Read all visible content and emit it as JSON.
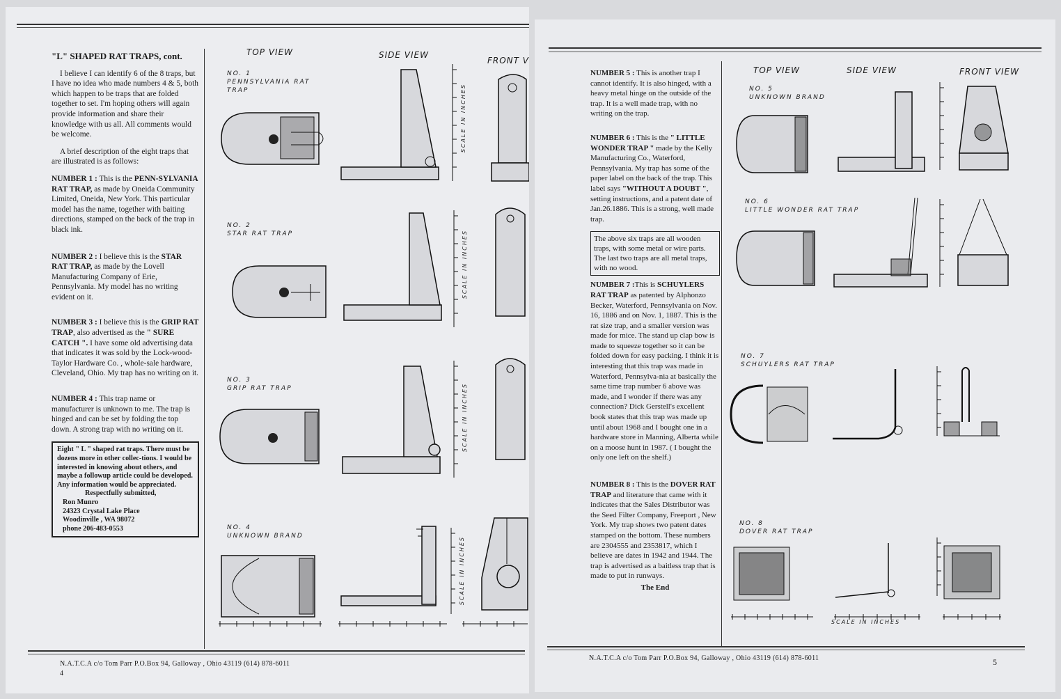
{
  "left_page": {
    "heading": "\"L\" SHAPED RAT TRAPS, cont.",
    "intro": "I believe I can identify 6 of the 8 traps, but I have no idea who made numbers 4 & 5, both which happen to be traps that are folded together to set. I'm hoping others will again provide information and share their knowledge with us all. All comments would be welcome.",
    "brief": "A brief description of the eight traps that are illustrated is as follows:",
    "n1_lead": "NUMBER 1 :",
    "n1_a": " This is the ",
    "n1_name": "PENN-SYLVANIA RAT TRAP,",
    "n1_b": " as made by Oneida Community Limited, Oneida, New York. This particular model has the name, together with baiting directions, stamped on the back of the trap in black ink.",
    "n2_lead": "NUMBER 2 :",
    "n2_a": " I believe this is the ",
    "n2_name": "STAR RAT TRAP,",
    "n2_b": " as made by the Lovell Manufacturing Company of Erie, Pennsylvania. My model has no writing evident on it.",
    "n3_lead": "NUMBER 3 :",
    "n3_a": " I believe this is the ",
    "n3_name": "GRIP RAT TRAP",
    "n3_b": ", also advertised as the ",
    "n3_name2": "\" SURE CATCH \".",
    "n3_c": " I have some old advertising data that indicates it was sold by the Lock-wood-Taylor Hardware Co. , whole-sale hardware, Cleveland, Ohio. My trap has no writing on it.",
    "n4_lead": "NUMBER 4 :",
    "n4_a": " This trap name or manufacturer is unknown to me. The trap is hinged and can be set by folding the top down. A strong trap with no writing on it.",
    "box_text": "Eight \" L \" shaped rat traps. There must be dozens more in other collec-tions. I would be interested in knowing about others, and maybe a followup article could be developed. Any information would be appreciated.",
    "box_sub": "Respectfully submitted,",
    "box_name": "Ron Munro",
    "box_addr1": "24323 Crystal Lake Place",
    "box_addr2": "Woodinville , WA 98072",
    "box_phone": "phone 206-483-0553",
    "col_top": "TOP VIEW",
    "col_side": "SIDE VIEW",
    "col_front": "FRONT VIEW",
    "trap1_label": "NO. 1",
    "trap1_name": "PENNSYLVANIA RAT TRAP",
    "trap2_label": "NO. 2",
    "trap2_name": "STAR RAT TRAP",
    "trap3_label": "NO. 3",
    "trap3_name": "GRIP RAT TRAP",
    "trap4_label": "NO. 4",
    "trap4_name": "UNKNOWN BRAND",
    "scale_label": "SCALE IN INCHES",
    "footer": "N.A.T.C.A c/o Tom Parr P.O.Box 94, Galloway , Ohio 43119 (614) 878-6011",
    "page_number": "4"
  },
  "right_page": {
    "n5_lead": "NUMBER 5 :",
    "n5_a": " This is another trap I cannot identify. It is also hinged, with a heavy metal hinge on the outside of the trap. It is a well made trap, with no writing on the trap.",
    "n6_lead": "NUMBER 6 :",
    "n6_a": " This is the ",
    "n6_name": "\" LITTLE WONDER TRAP \"",
    "n6_b": " made by the Kelly Manufacturing Co., Waterford, Pennsylvania. My trap has some of the paper label on the back of the trap. This label says ",
    "n6_name2": "\"WITHOUT A DOUBT \"",
    "n6_c": ", setting instructions, and a patent date of Jan.26.1886. This is a strong, well made trap.",
    "box_text": "The above six traps are all wooden traps, with some metal or wire parts. The last two traps are all metal traps, with no wood.",
    "n7_lead": "NUMBER 7 :",
    "n7_a": "This is ",
    "n7_name": "SCHUYLERS RAT TRAP",
    "n7_b": " as patented by Alphonzo Becker, Waterford, Pennsylvania on Nov. 16, 1886 and on Nov. 1, 1887. This is the rat size trap, and a smaller version was made for mice. The stand up clap bow is made to squeeze together so it can be folded down for easy packing. I think it is interesting that this trap was made in Waterford, Pennsylva-nia at basically the same time trap number 6 above was made, and I wonder if there was any connection? Dick Gerstell's excellent book states that this trap was made up until about 1968 and I bought one in a hardware store in Manning, Alberta while on a moose hunt in 1987. ( I bought the only one left on the shelf.)",
    "n8_lead": "NUMBER 8 :",
    "n8_a": " This is the ",
    "n8_name": "DOVER RAT TRAP",
    "n8_b": " and literature that came with it indicates that the Sales Distributor was the Seed Filter Company, Freeport , New York. My trap shows two patent dates stamped on the bottom. These numbers are 2304555 and 2353817, which I believe are dates in 1942 and 1944. The trap is advertised as a baitless trap that is made to put in runways.",
    "the_end": "The End",
    "col_top": "TOP VIEW",
    "col_side": "SIDE VIEW",
    "col_front": "FRONT VIEW",
    "trap5_label": "NO. 5",
    "trap5_name": "UNKNOWN BRAND",
    "trap6_label": "NO. 6",
    "trap6_name": "LITTLE WONDER RAT TRAP",
    "trap7_label": "NO. 7",
    "trap7_name": "SCHUYLERS RAT TRAP",
    "trap8_label": "NO. 8",
    "trap8_name": "DOVER RAT TRAP",
    "scale_label": "SCALE IN INCHES",
    "footer": "N.A.T.C.A c/o Tom Parr P.O.Box 94, Galloway , Ohio 43119 (614) 878-6011",
    "page_number": "5"
  }
}
